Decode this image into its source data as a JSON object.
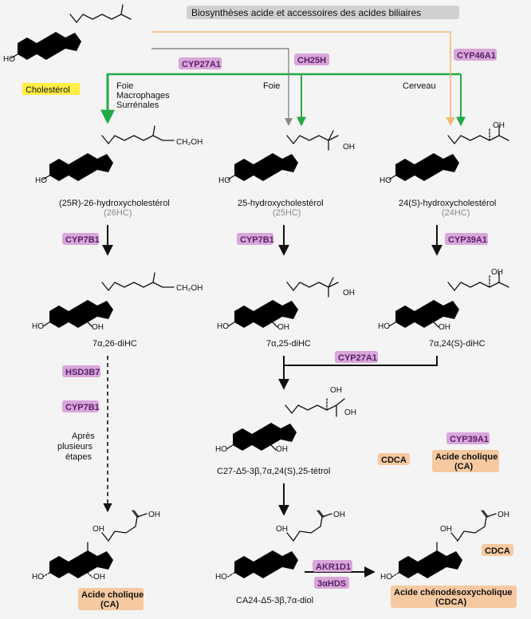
{
  "title": "Biosynthèses acide et accessoires des acides biliaires",
  "start": {
    "name": "Cholestérol"
  },
  "tissues": {
    "liver_etc": [
      "Foie",
      "Macrophages",
      "Surrénales"
    ],
    "liver": "Foie",
    "brain": "Cerveau"
  },
  "enzymes": {
    "cyp27a1": "CYP27A1",
    "ch25h": "CH25H",
    "cyp46a1": "CYP46A1",
    "cyp7b1_a": "CYP7B1",
    "cyp7b1_b": "CYP7B1",
    "cyp39a1": "CYP39A1",
    "cyp27a1_b": "CYP27A1",
    "hsd3b7": "HSD3B7",
    "cyp7b1_c": "CYP7B1",
    "cyp39a1_b": "CYP39A1",
    "akr1d1": "AKR1D1",
    "hsd3a": "3αHDS"
  },
  "compounds": {
    "hc26": {
      "name": "(25R)-26-hydroxycholestérol",
      "abbr": "(26HC)"
    },
    "hc25": {
      "name": "25-hydroxycholestérol",
      "abbr": "(25HC)"
    },
    "hc24": {
      "name": "24(S)-hydroxycholestérol",
      "abbr": "(24HC)"
    },
    "di26": {
      "name": "7α,26-diHC"
    },
    "di25": {
      "name": "7α,25-diHC"
    },
    "di24": {
      "name": "7α,24(S)-diHC"
    },
    "tetrol": {
      "name": "C27-Δ5-3β,7α,24(S),25-tétrol"
    },
    "diol": {
      "name": "CA24-Δ5-3β,7α-diol"
    }
  },
  "steps_note": [
    "Après",
    "plusieurs",
    "étapes"
  ],
  "products": {
    "ca_left": [
      "Acide cholique",
      "(CA)"
    ],
    "cdca_mid": "CDCA",
    "ca_mid": [
      "Acide cholique",
      "(CA)"
    ],
    "cdca_right_tag": "CDCA",
    "cdca_final": [
      "Acide chénodésoxycholique",
      "(CDCA)"
    ]
  },
  "atoms": {
    "oh": "OH",
    "ch2oh": "CH₂OH",
    "ho": "HO"
  },
  "colors": {
    "enzyme": "#d9a6d9",
    "product": "#f6c9a0",
    "highlight": "#ffee44",
    "green_arrow": "#22aa44",
    "grey_arrow": "#888888",
    "orange_arrow": "#f4b87a"
  }
}
